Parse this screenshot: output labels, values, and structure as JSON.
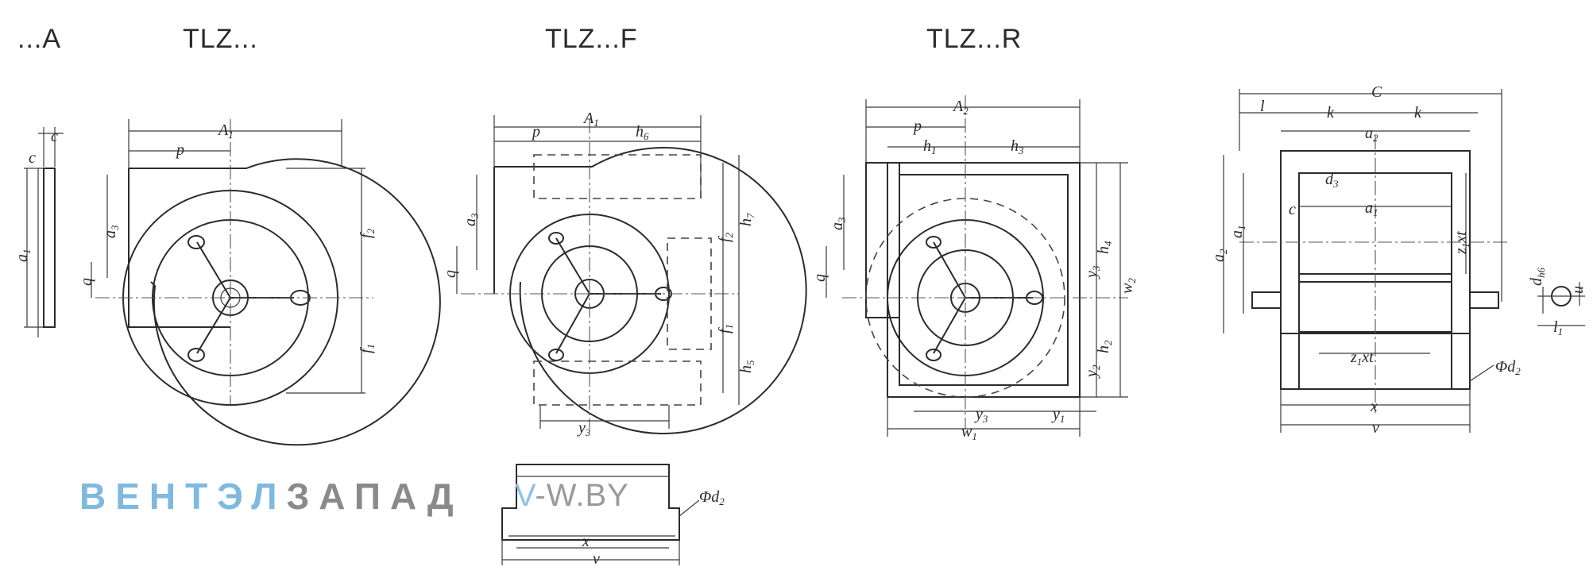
{
  "headings": {
    "a_variant": "...A",
    "tlz": "TLZ...",
    "tlz_f": "TLZ...F",
    "tlz_r": "TLZ...R"
  },
  "labels": {
    "c": "c",
    "a1": "a",
    "a1_sub": "1",
    "a3": "a",
    "a3_sub": "3",
    "p": "p",
    "q": "q",
    "A1": "A",
    "A1_sub": "1",
    "A2": "A",
    "A2_sub": "2",
    "f1": "f",
    "f1_sub": "1",
    "f2": "f",
    "f2_sub": "2",
    "h1": "h",
    "h1_sub": "1",
    "h2": "h",
    "h2_sub": "2",
    "h3": "h",
    "h3_sub": "3",
    "h4": "h",
    "h4_sub": "4",
    "h5": "h",
    "h5_sub": "5",
    "h6": "h",
    "h6_sub": "6",
    "h7": "h",
    "h7_sub": "7",
    "y1": "y",
    "y1_sub": "1",
    "y2": "y",
    "y2_sub": "2",
    "y3": "y",
    "y3_sub": "3",
    "w1": "w",
    "w1_sub": "1",
    "w2": "w",
    "w2_sub": "2",
    "C": "C",
    "k": "k",
    "l": "l",
    "a2": "a",
    "a2_sub": "2",
    "d3": "d",
    "d3_sub": "3",
    "d2": "Φd",
    "d2_sub": "2",
    "dh6": "d",
    "dh6_sub": "h6",
    "u": "u",
    "l1": "l",
    "l1_sub": "1",
    "z1xt": "z",
    "z1xt_sub": "1",
    "z1xt_tail": "xt",
    "x": "x",
    "v": "v"
  },
  "watermark": {
    "part1": "ВЕНТЭЛ",
    "part2": "ЗАПАД",
    "url_v": "V",
    "url_rest": "-W.BY"
  }
}
